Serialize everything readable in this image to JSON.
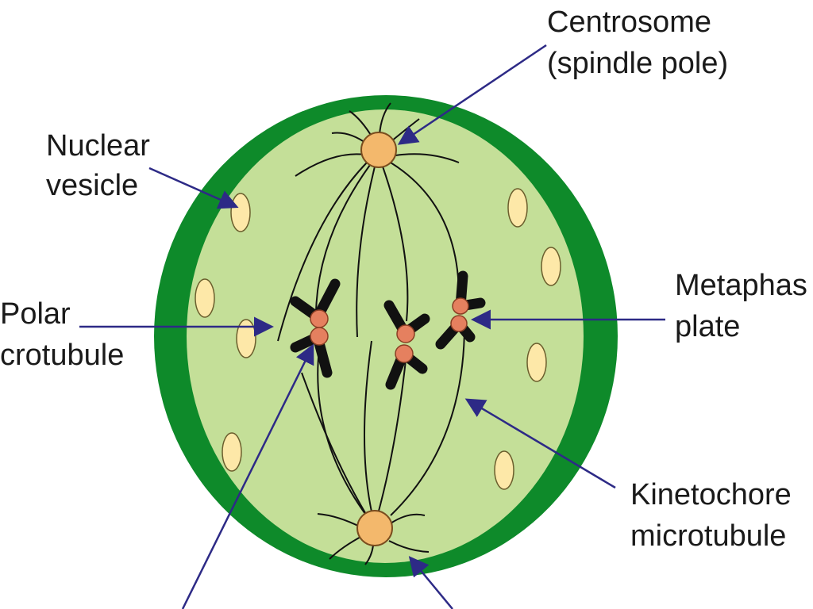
{
  "labels": {
    "centrosome": {
      "line1": "Centrosome",
      "line2": "(spindle pole)"
    },
    "nuclear_vesicle": {
      "line1": "Nuclear",
      "line2": "vesicle"
    },
    "polar_microtubule": {
      "line1": "Polar",
      "line2": "crotubule"
    },
    "metaphase_plate": {
      "line1": "Metaphas",
      "line2": "plate"
    },
    "kinetochore_microtubule": {
      "line1": "Kinetochore",
      "line2": "microtubule"
    }
  },
  "colors": {
    "cell_wall": "#0e8a2a",
    "cytoplasm": "#c4df98",
    "vesicle": "#fde8a8",
    "centrosome": "#f3b86c",
    "kinetochore": "#e5805f",
    "chromosome": "#111111",
    "arrow": "#2d2a86"
  }
}
